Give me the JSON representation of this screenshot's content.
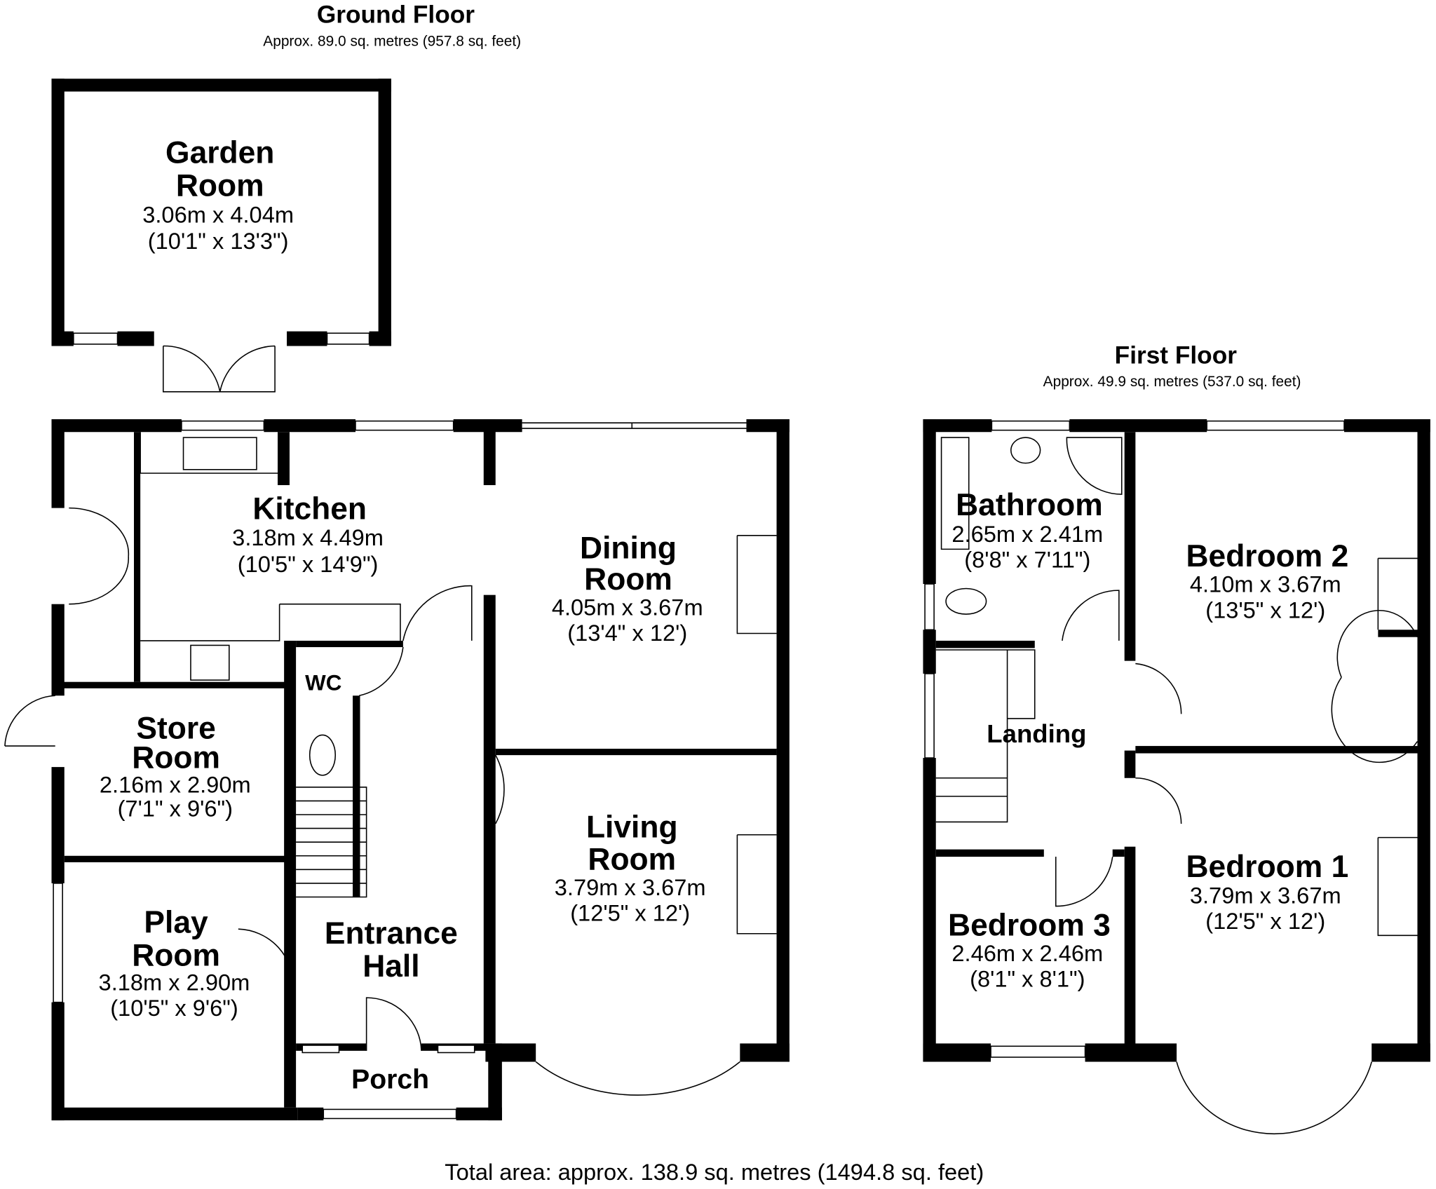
{
  "ground_floor": {
    "title": "Ground Floor",
    "area": "Approx. 89.0 sq. metres (957.8 sq. feet)",
    "rooms": [
      {
        "name": "Garden",
        "name2": "Room",
        "metric": "3.06m x 4.04m",
        "imperial": "(10'1\" x 13'3\")"
      },
      {
        "name": "Kitchen",
        "metric": "3.18m x 4.49m",
        "imperial": "(10'5\" x 14'9\")"
      },
      {
        "name": "Dining",
        "name2": "Room",
        "metric": "4.05m x 3.67m",
        "imperial": "(13'4\" x 12')"
      },
      {
        "name": "Store",
        "name2": "Room",
        "metric": "2.16m x 2.90m",
        "imperial": "(7'1\" x 9'6\")"
      },
      {
        "name": "Living",
        "name2": "Room",
        "metric": "3.79m x 3.67m",
        "imperial": "(12'5\" x 12')"
      },
      {
        "name": "Play",
        "name2": "Room",
        "metric": "3.18m x 2.90m",
        "imperial": "(10'5\" x 9'6\")"
      },
      {
        "name": "Entrance",
        "name2": "Hall"
      },
      {
        "name": "WC"
      },
      {
        "name": "Porch"
      }
    ]
  },
  "first_floor": {
    "title": "First Floor",
    "area": "Approx. 49.9 sq. metres (537.0 sq. feet)",
    "rooms": [
      {
        "name": "Bathroom",
        "metric": "2.65m x 2.41m",
        "imperial": "(8'8\" x 7'11\")"
      },
      {
        "name": "Bedroom 2",
        "metric": "4.10m x 3.67m",
        "imperial": "(13'5\" x 12')"
      },
      {
        "name": "Landing"
      },
      {
        "name": "Bedroom 3",
        "metric": "2.46m x 2.46m",
        "imperial": "(8'1\" x 8'1\")"
      },
      {
        "name": "Bedroom 1",
        "metric": "3.79m x 3.67m",
        "imperial": "(12'5\" x 12')"
      }
    ]
  },
  "total_area": "Total area: approx. 138.9 sq. metres (1494.8 sq. feet)"
}
